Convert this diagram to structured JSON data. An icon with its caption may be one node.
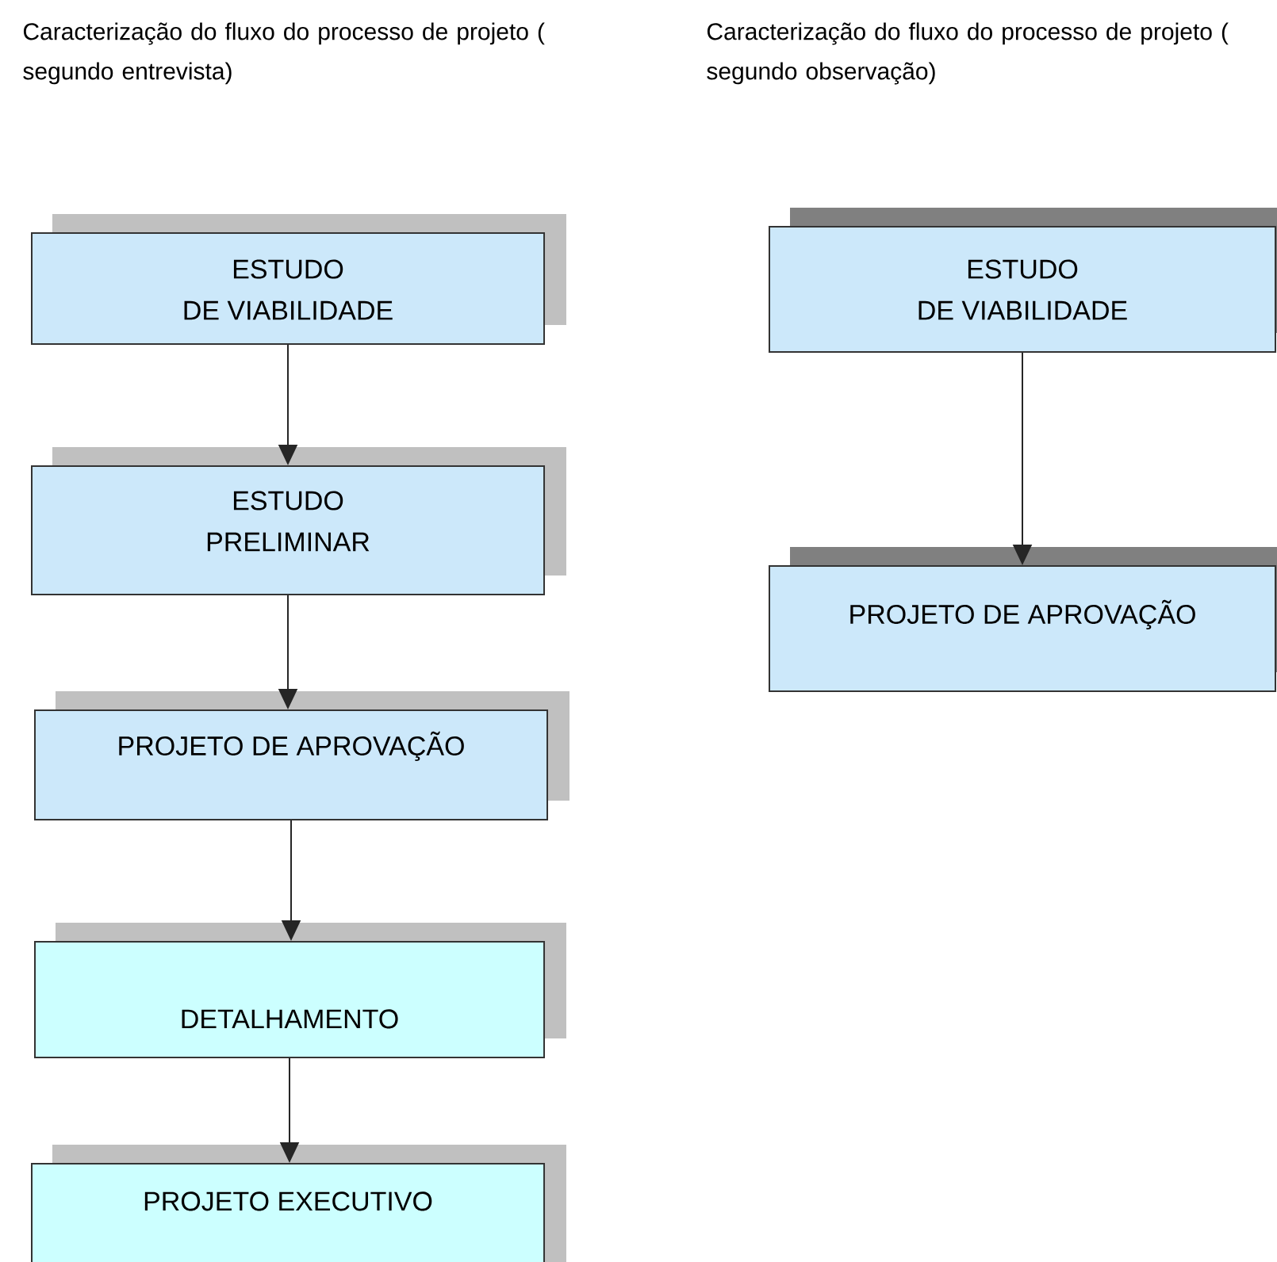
{
  "diagram": {
    "nodes": [
      {
        "text": [
          "ESTUDO DE VIABILIDADE"
        ]
      },
      {
        "text": [
          "ESTUDO PRELIMINAR"
        ]
      },
      {
        "text": [
          "PROJETO DE APROVAÇÃO"
        ]
      },
      {
        "text": [
          "DETALHAMENTO"
        ]
      },
      {
        "text": [
          "PROJETO EXECUTIVO"
        ]
      },
      {
        "text": [
          "ESTUDO DE VIABILIDADE"
        ]
      },
      {
        "text": [
          "PROJETO DE APROVAÇÃO"
        ]
      }
    ],
    "edges": [
      {
        "from": 0,
        "to": 1,
        "arrow": "to"
      },
      {
        "from": 1,
        "to": 2,
        "arrow": "to"
      },
      {
        "from": 2,
        "to": 3,
        "arrow": "to"
      },
      {
        "from": 3,
        "to": 4,
        "arrow": "to"
      },
      {
        "from": 5,
        "to": 6,
        "arrow": "to"
      }
    ],
    "labels": [
      "Caracterização do fluxo do processo de projeto ( segundo entrevista)",
      "Caracterização do fluxo do processo de projeto ( segundo observação)"
    ]
  }
}
